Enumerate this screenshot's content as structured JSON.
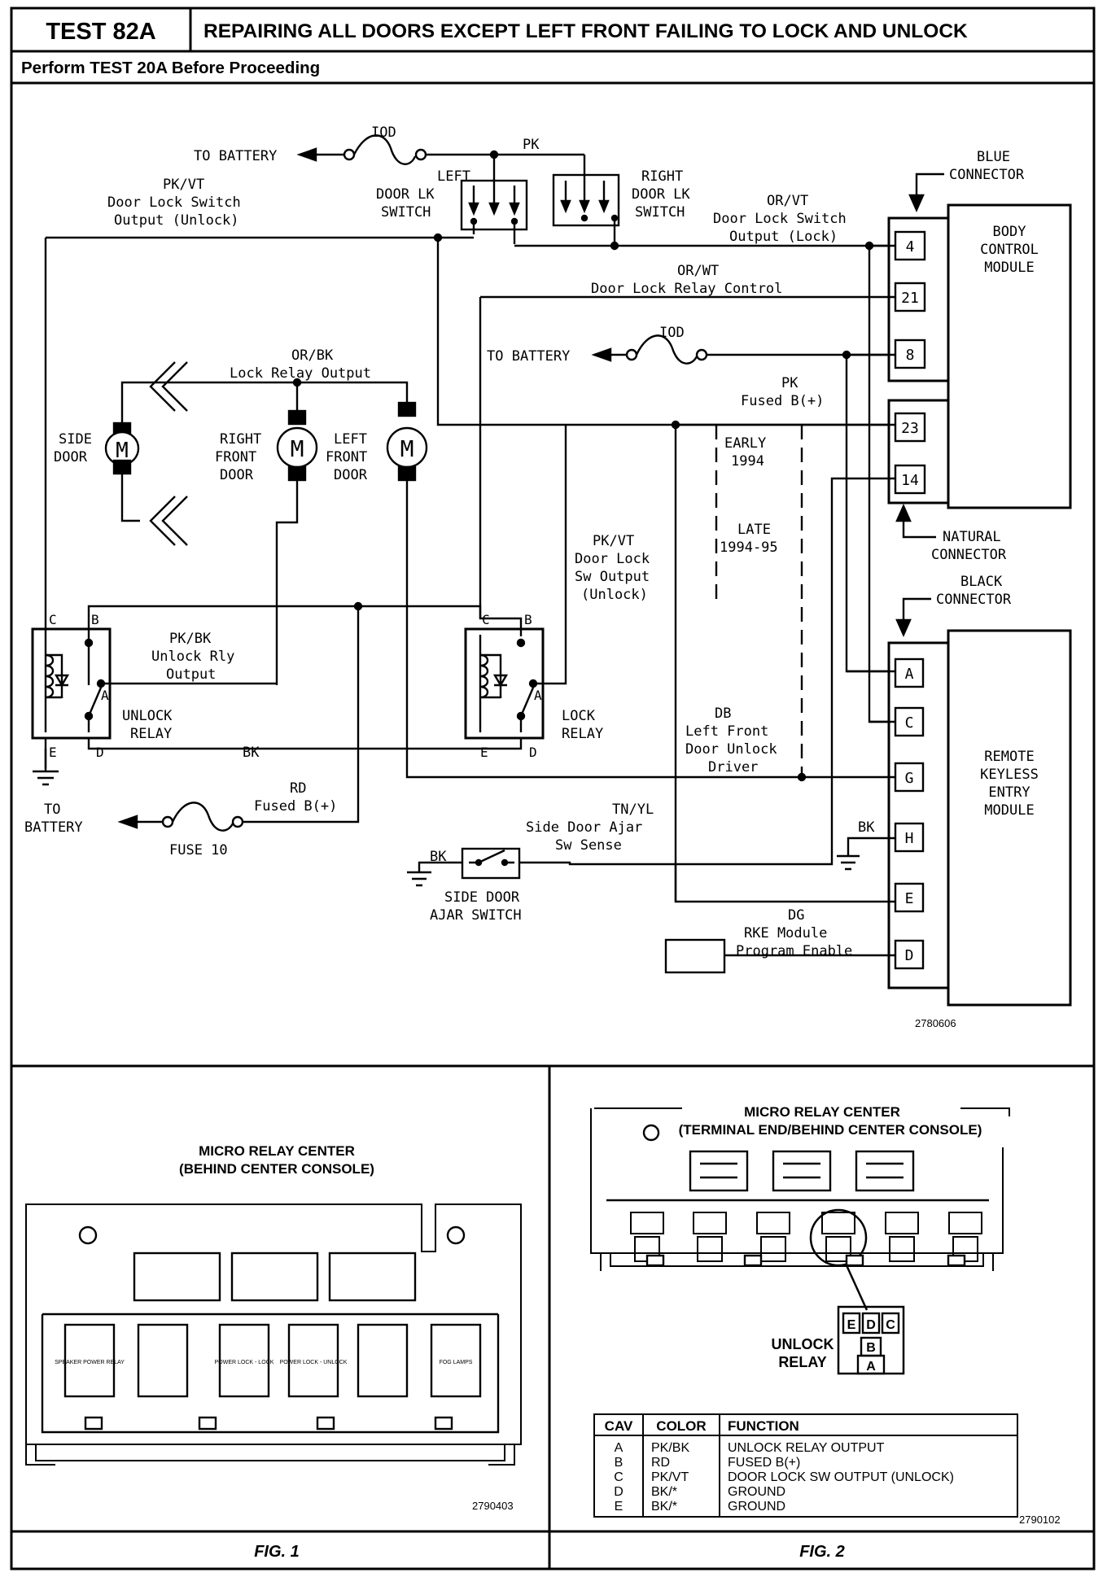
{
  "header": {
    "test_id": "TEST 82A",
    "title": "REPAIRING ALL DOORS EXCEPT LEFT FRONT FAILING TO LOCK AND UNLOCK",
    "subtitle": "Perform TEST 20A Before Proceeding"
  },
  "schematic": {
    "to_battery_top": "TO BATTERY",
    "fuse_top": "IOD",
    "wire_pk": "PK",
    "left_switch": [
      "LEFT",
      "DOOR LK",
      "SWITCH"
    ],
    "right_switch": [
      "RIGHT",
      "DOOR LK",
      "SWITCH"
    ],
    "pkvt_unlock": [
      "PK/VT",
      "Door Lock Switch",
      "Output (Unlock)"
    ],
    "orvt_lock": [
      "OR/VT",
      "Door Lock Switch",
      "Output (Lock)"
    ],
    "orwt": [
      "OR/WT",
      "Door Lock Relay Control"
    ],
    "to_battery_mid": "TO BATTERY",
    "fuse_mid": "IOD",
    "orbk": [
      "OR/BK",
      "Lock Relay Output"
    ],
    "pk_fused": [
      "PK",
      "Fused B(+)"
    ],
    "early": [
      "EARLY",
      "1994"
    ],
    "late": [
      "LATE",
      "1994-95"
    ],
    "side_door": [
      "SIDE",
      "DOOR"
    ],
    "right_front": [
      "RIGHT",
      "FRONT",
      "DOOR"
    ],
    "left_front": [
      "LEFT",
      "FRONT",
      "DOOR"
    ],
    "motor_label": "M",
    "blue_connector": [
      "BLUE",
      "CONNECTOR"
    ],
    "bcm": [
      "BODY",
      "CONTROL",
      "MODULE"
    ],
    "bcm_pins_blue": [
      "4",
      "21",
      "8"
    ],
    "bcm_pins_natural": [
      "23",
      "14"
    ],
    "natural_connector": [
      "NATURAL",
      "CONNECTOR"
    ],
    "black_connector": [
      "BLACK",
      "CONNECTOR"
    ],
    "rke": [
      "REMOTE",
      "KEYLESS",
      "ENTRY",
      "MODULE"
    ],
    "rke_pins": [
      "A",
      "C",
      "G",
      "H",
      "E",
      "D"
    ],
    "pkbk": [
      "PK/BK",
      "Unlock Rly",
      "Output"
    ],
    "pkvt_sw": [
      "PK/VT",
      "Door Lock",
      "Sw Output",
      "(Unlock)"
    ],
    "unlock_relay": [
      "UNLOCK",
      "RELAY"
    ],
    "lock_relay": [
      "LOCK",
      "RELAY"
    ],
    "relay_pins": {
      "c": "C",
      "b": "B",
      "a": "A",
      "e": "E",
      "d": "D"
    },
    "bk": "BK",
    "db": [
      "DB",
      "Left Front",
      "Door Unlock",
      "Driver"
    ],
    "rd_fused": [
      "RD",
      "Fused B(+)"
    ],
    "to_battery_bottom": [
      "TO",
      "BATTERY"
    ],
    "fuse10": "FUSE 10",
    "tnyl": [
      "TN/YL",
      "Side Door Ajar",
      "Sw Sense"
    ],
    "bk_h": "BK",
    "bk_ajar": "BK",
    "ajar_switch": [
      "SIDE DOOR",
      "AJAR SWITCH"
    ],
    "dg": [
      "DG",
      "RKE Module",
      "Program Enable"
    ],
    "fig_number": "2780606"
  },
  "fig1": {
    "title": [
      "MICRO RELAY CENTER",
      "(BEHIND CENTER CONSOLE)"
    ],
    "relays": [
      "SPEAKER POWER RELAY",
      "",
      "POWER LOCK - LOCK",
      "POWER LOCK - UNLOCK",
      "",
      "FOG LAMPS"
    ],
    "fig_number": "2790403",
    "caption": "FIG. 1"
  },
  "fig2": {
    "title": [
      "MICRO RELAY CENTER",
      "(TERMINAL END/BEHIND CENTER CONSOLE)"
    ],
    "unlock_relay": [
      "UNLOCK",
      "RELAY"
    ],
    "pins": [
      "E",
      "D",
      "C",
      "B",
      "A"
    ],
    "table": {
      "headers": [
        "CAV",
        "COLOR",
        "FUNCTION"
      ],
      "rows": [
        [
          "A",
          "PK/BK",
          "UNLOCK RELAY OUTPUT"
        ],
        [
          "B",
          "RD",
          "FUSED B(+)"
        ],
        [
          "C",
          "PK/VT",
          "DOOR LOCK SW OUTPUT (UNLOCK)"
        ],
        [
          "D",
          "BK/*",
          "GROUND"
        ],
        [
          "E",
          "BK/*",
          "GROUND"
        ]
      ]
    },
    "fig_number": "2790102",
    "caption": "FIG. 2"
  }
}
